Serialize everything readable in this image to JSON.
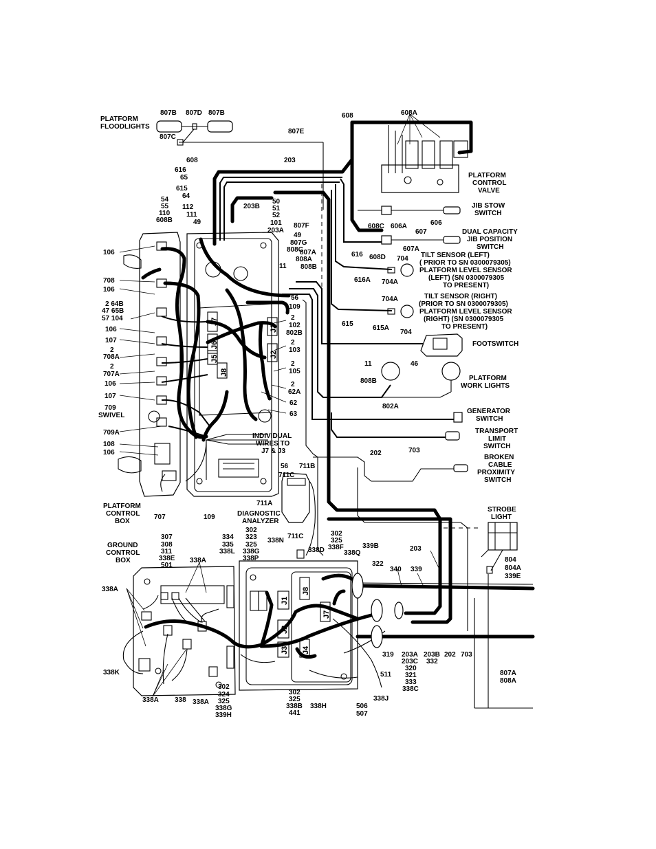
{
  "title_lines": [],
  "labels": {
    "platform_floodlights": [
      "PLATFORM",
      "FLOODLIGHTS"
    ],
    "w807b_l": "807B",
    "w807d": "807D",
    "w807b_r": "807B",
    "w807c": "807C",
    "w807e": "807E",
    "w608_top": "608",
    "w608a": "608A",
    "platform_control_valve": [
      "PLATFORM",
      "CONTROL",
      "VALVE"
    ],
    "w608_l": "608",
    "w203_top": "203",
    "w616_65": [
      "616",
      "65"
    ],
    "w615_64": [
      "615",
      "64"
    ],
    "w203b_top": "203B",
    "w112_111_49": [
      "112",
      "111",
      "49"
    ],
    "w54_group": [
      "54",
      "55",
      "110",
      "608B"
    ],
    "w50_group": [
      "50",
      "51",
      "52",
      "101",
      "203A"
    ],
    "w807f": "807F",
    "w49_group": [
      "49",
      "807G",
      "808C"
    ],
    "w807a_808a": [
      "807A",
      "808A"
    ],
    "w11_top": "11",
    "w808b_top": "808B",
    "jib_stow_switch": [
      "JIB STOW",
      "SWITCH"
    ],
    "w608c": "608C",
    "w606a": "606A",
    "w606": "606",
    "w607": "607",
    "dual_capacity": [
      "DUAL CAPACITY",
      "JIB POSITION",
      "SWITCH"
    ],
    "w616": "616",
    "w608d": "608D",
    "w607a": "607A",
    "w704_top": "704",
    "tilt_left": [
      "TILT SENSOR (LEFT)",
      "( PRIOR TO SN 0300079305)",
      "PLATFORM LEVEL SENSOR",
      "(LEFT) (SN 0300079305",
      "TO PRESENT)"
    ],
    "w616a": "616A",
    "w704a_l": "704A",
    "w704a_r": "704A",
    "tilt_right": [
      "TILT SENSOR (RIGHT)",
      "(PRIOR TO SN 0300079305)",
      "PLATFORM LEVEL SENSOR",
      "(RIGHT) (SN 0300079305",
      "TO PRESENT)"
    ],
    "w615": "615",
    "w615a": "615A",
    "w704_r": "704",
    "footswitch": "FOOTSWITCH",
    "w11": "11",
    "w46": "46",
    "platform_work_lights": [
      "PLATFORM",
      "WORK LIGHTS"
    ],
    "w808b": "808B",
    "w802a": "802A",
    "generator_switch": [
      "GENERATOR",
      "SWITCH"
    ],
    "w202": "202",
    "w703": "703",
    "transport_limit_switch": [
      "TRANSPORT",
      "LIMIT",
      "SWITCH"
    ],
    "broken_cable": [
      "BROKEN",
      "CABLE",
      "PROXIMITY",
      "SWITCH"
    ],
    "w106_a": "106",
    "w708": "708",
    "w106_b": "106",
    "w2_64b": [
      "2  64B",
      "47  65B",
      "57  104"
    ],
    "w106_c": "106",
    "w107_a": "107",
    "w2_708a": [
      "2",
      "708A"
    ],
    "w2_707a": [
      "2",
      "707A"
    ],
    "w106_d": "106",
    "w107_b": "107",
    "w709": "709",
    "swivel": "SWIVEL",
    "w709a": "709A",
    "w108": "108",
    "w106_e": "106",
    "w56_109": [
      "56",
      "109"
    ],
    "w2_102": [
      "2",
      "102",
      "802B"
    ],
    "w2_103": [
      "2",
      "103"
    ],
    "w2_105": [
      "2",
      "105"
    ],
    "w2_62a": [
      "2",
      "62A"
    ],
    "w62": "62",
    "w63": "63",
    "individual_wires": [
      "INDIVIDUAL",
      "WIRES TO",
      "J7 & J3"
    ],
    "w56": "56",
    "w711b": "711B",
    "w711c": "711C",
    "w711a": "711A",
    "diagnostic_analyzer": [
      "DIAGNOSTIC",
      "ANALYZER"
    ],
    "platform_control_box": [
      "PLATFORM",
      "CONTROL",
      "BOX"
    ],
    "w707": "707",
    "w109": "109",
    "strobe_light": [
      "STROBE",
      "LIGHT"
    ],
    "w804": "804",
    "w804a": "804A",
    "w339e": "339E",
    "ground_control_box": [
      "GROUND",
      "CONTROL",
      "BOX"
    ],
    "w307_group": [
      "307",
      "308",
      "311",
      "338E",
      "501"
    ],
    "w334_group": [
      "334",
      "335",
      "338L"
    ],
    "w302_group": [
      "302",
      "323",
      "325",
      "338G",
      "338P"
    ],
    "w338n": "338N",
    "w711c_b": "711C",
    "w338d": "338D",
    "w302_338f": [
      "302",
      "325",
      "338F"
    ],
    "w339b": "339B",
    "w338q": "338Q",
    "w203_mid": "203",
    "w322": "322",
    "w340": "340",
    "w339": "339",
    "w338a_top": "338A",
    "w338a_left": "338A",
    "w338k": "338K",
    "w338a_b1": "338A",
    "w338_b": "338",
    "w338a_b2": "338A",
    "w302_324": [
      "302",
      "324",
      "325",
      "338G",
      "339H"
    ],
    "w302_338b": [
      "302",
      "325",
      "338B",
      "441"
    ],
    "w338h": "338H",
    "w506_507": [
      "506",
      "507"
    ],
    "w338j": "338J",
    "w511": "511",
    "w319": "319",
    "w203a_group": [
      "203A",
      "203C",
      "320",
      "321",
      "333",
      "338C"
    ],
    "w203b_332": [
      "203B",
      "332"
    ],
    "w202_b": "202",
    "w703_b": "703",
    "w807a_808a_b": [
      "807A",
      "808A"
    ]
  },
  "connectors": {
    "j7": "J7",
    "j6": "J6",
    "j5": "J5",
    "j8": "J8",
    "j1": "J1",
    "j2": "J2",
    "g_j1": "J1",
    "g_j2": "J2",
    "g_j3": "J3",
    "g_j8": "J8",
    "g_j7": "J7",
    "g_j4": "J4"
  }
}
